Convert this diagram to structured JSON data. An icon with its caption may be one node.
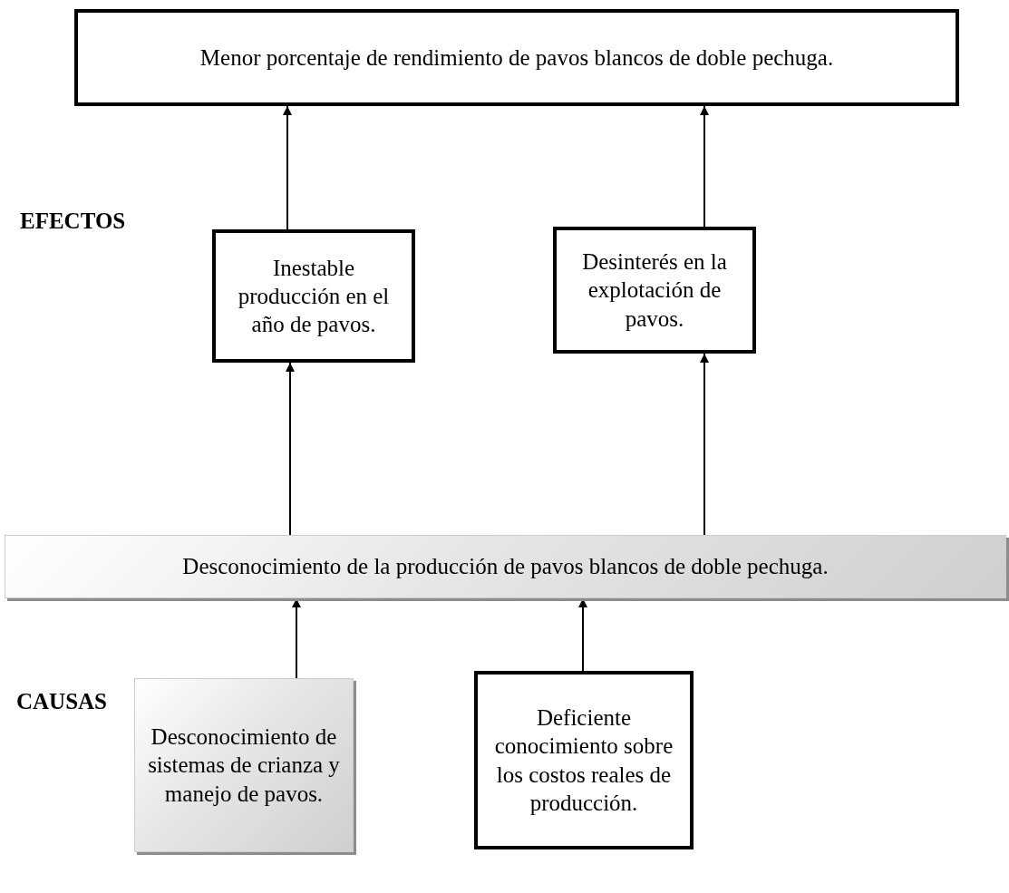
{
  "diagram": {
    "nodes": [
      {
        "text": [
          "Menor porcentaje de rendimiento de pavos blancos de doble pechuga."
        ]
      },
      {
        "text": [
          "Inestable producción en el año de pavos."
        ]
      },
      {
        "text": [
          "Desinterés en la explotación de pavos."
        ]
      },
      {
        "text": [
          "Desconocimiento de la producción de pavos blancos de doble pechuga."
        ]
      },
      {
        "text": [
          "Desconocimiento de sistemas de crianza y manejo de pavos."
        ]
      },
      {
        "text": [
          "Deficiente conocimiento sobre los costos reales de producción."
        ]
      }
    ],
    "edges": [
      {
        "from": 1,
        "to": 0,
        "arrow": "to"
      },
      {
        "from": 2,
        "to": 0,
        "arrow": "to"
      },
      {
        "from": 3,
        "to": 1,
        "arrow": "to"
      },
      {
        "from": 3,
        "to": 2,
        "arrow": "to"
      },
      {
        "from": 4,
        "to": 3,
        "arrow": "to"
      },
      {
        "from": 5,
        "to": 3,
        "arrow": "to"
      }
    ],
    "labels": [
      "EFECTOS",
      "CAUSAS"
    ]
  }
}
